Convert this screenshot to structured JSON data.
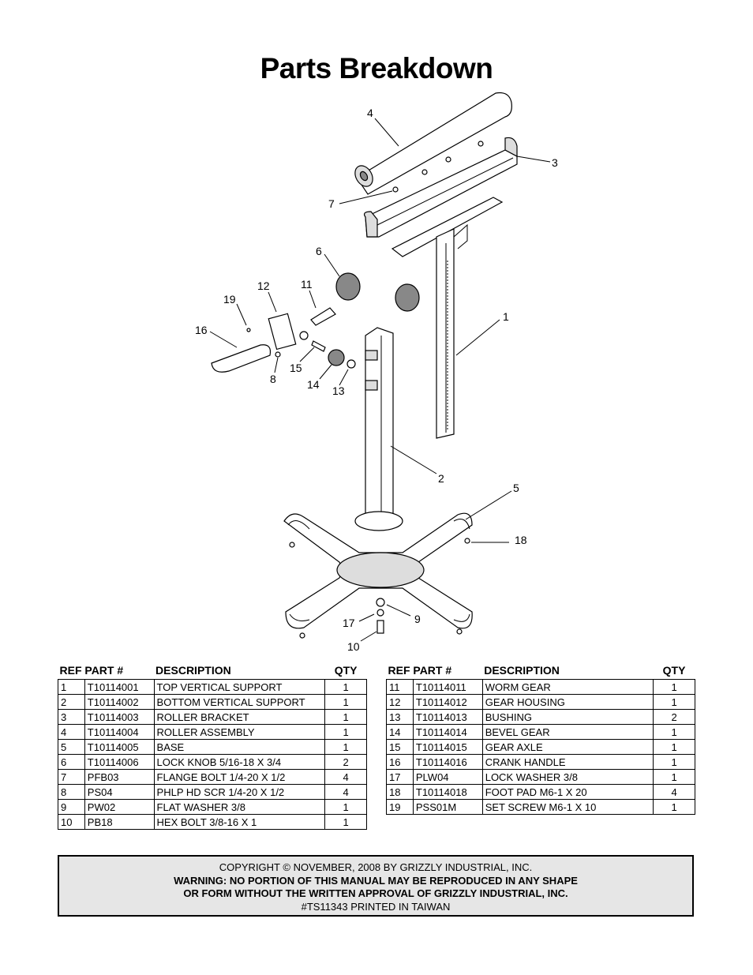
{
  "title": "Parts Breakdown",
  "callouts": [
    "1",
    "2",
    "3",
    "4",
    "5",
    "6",
    "7",
    "8",
    "9",
    "10",
    "11",
    "12",
    "13",
    "14",
    "15",
    "16",
    "17",
    "18",
    "19"
  ],
  "table_headers": {
    "ref": "REF",
    "part": "PART #",
    "desc": "DESCRIPTION",
    "qty": "QTY"
  },
  "parts_left": [
    {
      "ref": "1",
      "part": "T10114001",
      "desc": "TOP VERTICAL SUPPORT",
      "qty": "1"
    },
    {
      "ref": "2",
      "part": "T10114002",
      "desc": "BOTTOM VERTICAL SUPPORT",
      "qty": "1"
    },
    {
      "ref": "3",
      "part": "T10114003",
      "desc": "ROLLER BRACKET",
      "qty": "1"
    },
    {
      "ref": "4",
      "part": "T10114004",
      "desc": "ROLLER ASSEMBLY",
      "qty": "1"
    },
    {
      "ref": "5",
      "part": "T10114005",
      "desc": "BASE",
      "qty": "1"
    },
    {
      "ref": "6",
      "part": "T10114006",
      "desc": "LOCK KNOB 5/16-18 X 3/4",
      "qty": "2"
    },
    {
      "ref": "7",
      "part": "PFB03",
      "desc": "FLANGE BOLT 1/4-20 X 1/2",
      "qty": "4"
    },
    {
      "ref": "8",
      "part": "PS04",
      "desc": "PHLP HD SCR 1/4-20 X 1/2",
      "qty": "4"
    },
    {
      "ref": "9",
      "part": "PW02",
      "desc": "FLAT WASHER 3/8",
      "qty": "1"
    },
    {
      "ref": "10",
      "part": "PB18",
      "desc": "HEX BOLT 3/8-16 X 1",
      "qty": "1"
    }
  ],
  "parts_right": [
    {
      "ref": "11",
      "part": "T10114011",
      "desc": "WORM GEAR",
      "qty": "1"
    },
    {
      "ref": "12",
      "part": "T10114012",
      "desc": "GEAR HOUSING",
      "qty": "1"
    },
    {
      "ref": "13",
      "part": "T10114013",
      "desc": "BUSHING",
      "qty": "2"
    },
    {
      "ref": "14",
      "part": "T10114014",
      "desc": "BEVEL GEAR",
      "qty": "1"
    },
    {
      "ref": "15",
      "part": "T10114015",
      "desc": "GEAR AXLE",
      "qty": "1"
    },
    {
      "ref": "16",
      "part": "T10114016",
      "desc": "CRANK HANDLE",
      "qty": "1"
    },
    {
      "ref": "17",
      "part": "PLW04",
      "desc": "LOCK WASHER 3/8",
      "qty": "1"
    },
    {
      "ref": "18",
      "part": "T10114018",
      "desc": "FOOT PAD M6-1 X 20",
      "qty": "4"
    },
    {
      "ref": "19",
      "part": "PSS01M",
      "desc": "SET SCREW M6-1 X 10",
      "qty": "1"
    }
  ],
  "footer": {
    "line1": "COPYRIGHT © NOVEMBER, 2008 BY GRIZZLY INDUSTRIAL, INC.",
    "line2": "WARNING: NO PORTION OF THIS MANUAL MAY BE REPRODUCED IN ANY SHAPE",
    "line3": "OR FORM WITHOUT THE WRITTEN APPROVAL OF GRIZZLY INDUSTRIAL, INC.",
    "line4": "#TS11343  PRINTED IN TAIWAN"
  }
}
